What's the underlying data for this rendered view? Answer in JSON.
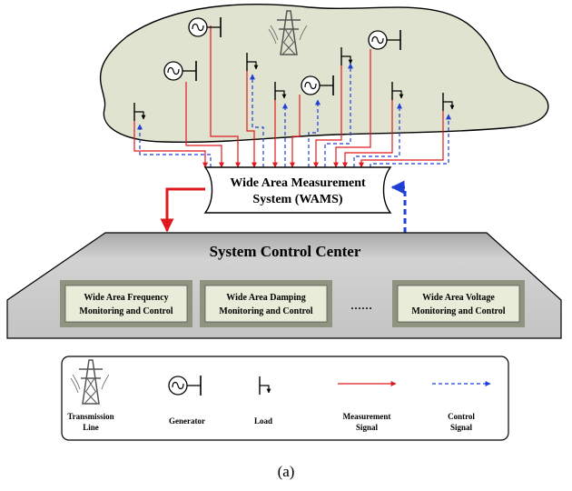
{
  "wams": {
    "line1": "Wide Area Measurement",
    "line2": "System (WAMS)"
  },
  "control_center": {
    "title": "System Control Center",
    "modules": [
      {
        "line1": "Wide Area Frequency",
        "line2": "Monitoring and Control"
      },
      {
        "line1": "Wide Area Damping",
        "line2": "Monitoring and Control"
      },
      {
        "line1": "Wide Area Voltage",
        "line2": "Monitoring and Control"
      }
    ],
    "ellipsis": "……"
  },
  "legend": {
    "items": [
      {
        "icon": "transmission-tower-icon",
        "line1": "Transmission",
        "line2": "Line"
      },
      {
        "icon": "generator-icon",
        "line1": "Generator",
        "line2": ""
      },
      {
        "icon": "load-icon",
        "line1": "Load",
        "line2": ""
      },
      {
        "icon": "red-solid-arrow-icon",
        "line1": "Measurement",
        "line2": "Signal"
      },
      {
        "icon": "blue-dashed-arrow-icon",
        "line1": "Control",
        "line2": "Signal"
      }
    ]
  },
  "caption": "(a)",
  "colors": {
    "region_fill": "#dfe3cf",
    "measurement_signal": "#e0191e",
    "control_signal": "#1f3fd6",
    "platform_fill": "#c8c8c8",
    "module_fill": "#e8ecd8"
  }
}
